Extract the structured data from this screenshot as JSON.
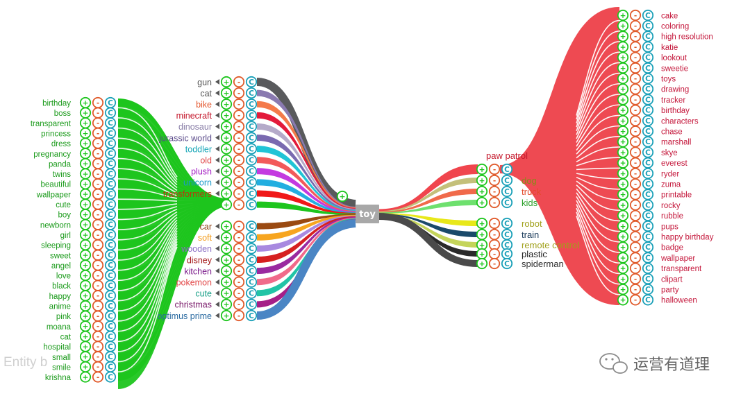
{
  "root": {
    "label": "toy"
  },
  "expand_glyph": "+",
  "buttons": {
    "add": "+",
    "remove": "-",
    "collapse": "C"
  },
  "left_leaves": {
    "color": "#1dc51d",
    "items": [
      "birthday",
      "boss",
      "transparent",
      "princess",
      "dress",
      "pregnancy",
      "panda",
      "twins",
      "beautiful",
      "wallpaper",
      "cute",
      "boy",
      "newborn",
      "girl",
      "sleeping",
      "sweet",
      "angel",
      "love",
      "black",
      "happy",
      "anime",
      "pink",
      "moana",
      "cat",
      "hospital",
      "small",
      "smile",
      "krishna"
    ]
  },
  "left_branches": [
    {
      "label": "gun",
      "color": "#555555",
      "link": "#595a5c"
    },
    {
      "label": "cat",
      "color": "#555555",
      "link": "#8a7ab0"
    },
    {
      "label": "bike",
      "color": "#e3552b",
      "link": "#f47a4a"
    },
    {
      "label": "minecraft",
      "color": "#c4162a",
      "link": "#e31a3a"
    },
    {
      "label": "dinosaur",
      "color": "#8a7fa8",
      "link": "#b5aac9"
    },
    {
      "label": "jurassic world",
      "color": "#5a4a8a",
      "link": "#7a6ab0"
    },
    {
      "label": "toddler",
      "color": "#19a7b8",
      "link": "#21c4d6"
    },
    {
      "label": "old",
      "color": "#e04848",
      "link": "#f25a5a"
    },
    {
      "label": "plush",
      "color": "#a51fc4",
      "link": "#c43ae0"
    },
    {
      "label": "unicorn",
      "color": "#1a9acb",
      "link": "#22aee0"
    },
    {
      "label": "transformers",
      "color": "#b53a0c",
      "link": "#f01818"
    },
    {
      "label": "",
      "color": "#1dc51d",
      "link": "#1dc51d",
      "hub": true
    },
    {
      "label": "car",
      "color": "#8b3a0c",
      "link": "#9a4a12"
    },
    {
      "label": "soft",
      "color": "#f39b1a",
      "link": "#f7a51f"
    },
    {
      "label": "wooden",
      "color": "#8b6fc4",
      "link": "#a889e0"
    },
    {
      "label": "disney",
      "color": "#a51a1a",
      "link": "#d62020"
    },
    {
      "label": "kitchen",
      "color": "#7a1a8a",
      "link": "#9a2aa0"
    },
    {
      "label": "pokemon",
      "color": "#e34a4a",
      "link": "#f06a8a"
    },
    {
      "label": "cute",
      "color": "#1aa088",
      "link": "#22c4a6"
    },
    {
      "label": "christmas",
      "color": "#7a1a6a",
      "link": "#a51f87"
    },
    {
      "label": "optimus prime",
      "color": "#2a6aa0",
      "link": "#4a85c4"
    }
  ],
  "right_branches": [
    {
      "label": "paw patrol",
      "color": "#c4162a",
      "link": "#f0454d",
      "hub": true
    },
    {
      "label": "dog",
      "color": "#8a8a1a",
      "link": "#c4c07a"
    },
    {
      "label": "truck",
      "color": "#e34a2a",
      "link": "#f06a4a"
    },
    {
      "label": "kids",
      "color": "#2aa02a",
      "link": "#6ee06e"
    },
    {
      "label": "robot",
      "color": "#a0a01a",
      "link": "#e8e81a"
    },
    {
      "label": "train",
      "color": "#1a3a5a",
      "link": "#1a4a6a"
    },
    {
      "label": "remote control",
      "color": "#a0a01a",
      "link": "#c4d45a"
    },
    {
      "label": "plastic",
      "color": "#222222",
      "link": "#2a2a2a"
    },
    {
      "label": "spiderman",
      "color": "#333333",
      "link": "#4a4a4a"
    }
  ],
  "right_leaves": {
    "color": "#c4163a",
    "items": [
      "cake",
      "coloring",
      "high resolution",
      "katie",
      "lookout",
      "sweetie",
      "toys",
      "drawing",
      "tracker",
      "birthday",
      "characters",
      "chase",
      "marshall",
      "skye",
      "everest",
      "ryder",
      "zuma",
      "printable",
      "rocky",
      "rubble",
      "pups",
      "happy birthday",
      "badge",
      "wallpaper",
      "transparent",
      "clipart",
      "party",
      "halloween"
    ]
  },
  "watermark_left": "Entity b",
  "watermark_right": "运营有道理"
}
